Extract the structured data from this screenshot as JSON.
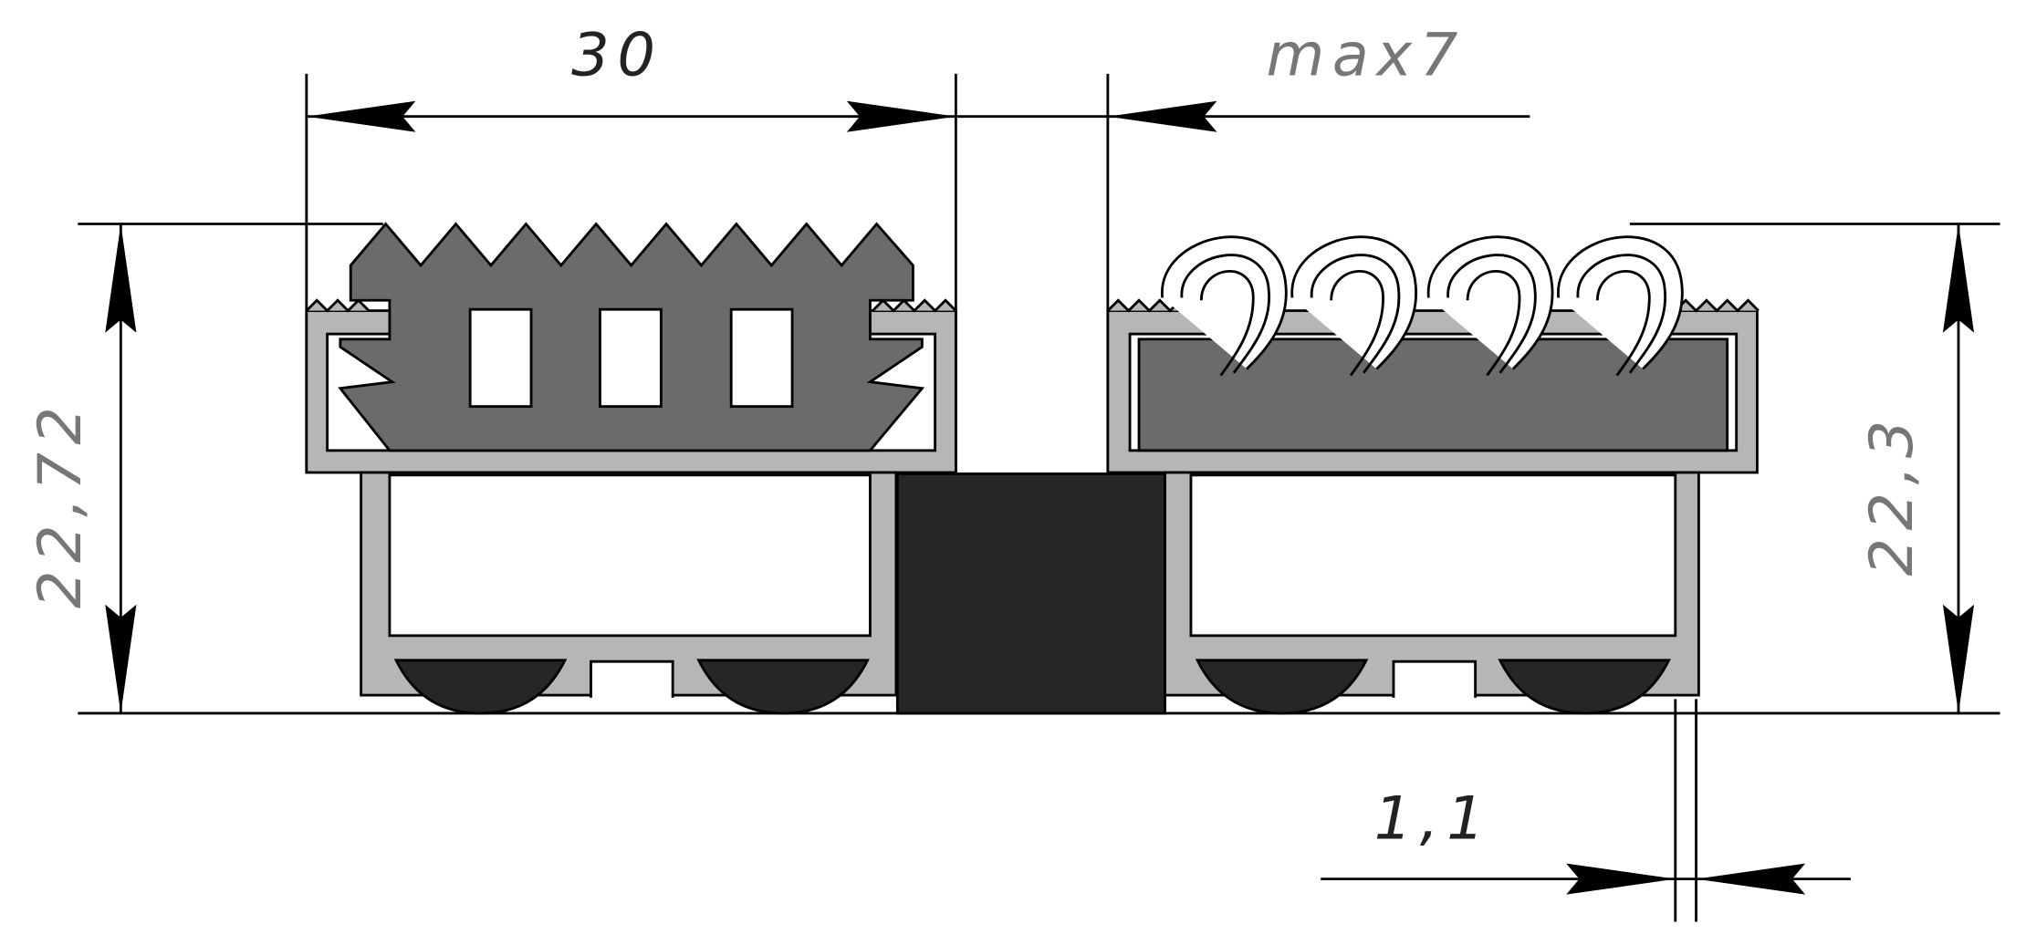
{
  "drawing": {
    "dimensions": {
      "width_left": "30",
      "gap_max": "max7",
      "height_left": "22,72",
      "height_right": "22,3",
      "offset": "1,1"
    },
    "colors": {
      "aluminium_profile": "#b6b6b6",
      "rubber_insert": "#6b6b6b",
      "connector_block": "#262626",
      "lines": "#000000"
    }
  }
}
